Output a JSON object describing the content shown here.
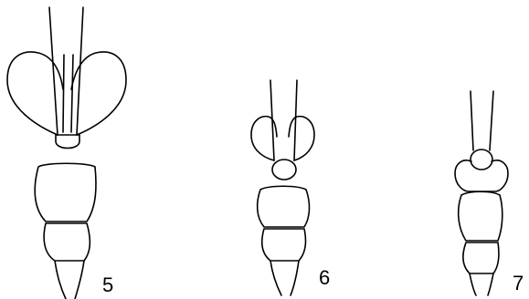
{
  "figures": [
    {
      "label": "5"
    },
    {
      "label": "6"
    },
    {
      "label": "7"
    }
  ]
}
